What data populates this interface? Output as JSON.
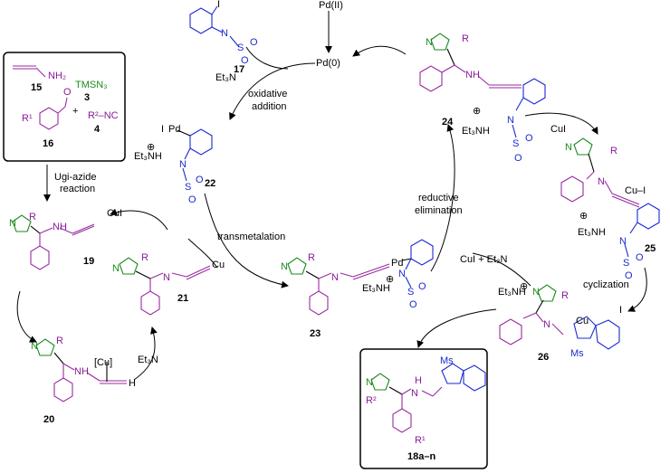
{
  "labels": {
    "pd2": "Pd(II)",
    "pd0": "Pd(0)",
    "et3n_a": "Et₃N",
    "oxidative": "oxidative",
    "addition": "addition",
    "transmetalation": "transmetalation",
    "reductive": "reductive",
    "elimination": "elimination",
    "cui_a": "CuI",
    "cui_b": "CuI",
    "cui_et3n": "CuI + Et₃N",
    "et3n_b": "Et₃N",
    "cyclization": "cyclization",
    "ugi1": "Ugi-azide",
    "ugi2": "reaction",
    "tmsn3": "TMSN₃",
    "nh2": "NH₂",
    "r2nc": "R²–NC",
    "cu_bracket": "[Cu]",
    "r1": "R¹",
    "r2": "R²",
    "et3nh_22": "Et₃NH",
    "et3nh_24": "Et₃NH",
    "et3nh_23": "Et₃NH",
    "et3nh_25": "Et₃NH",
    "et3nh_26": "Et₃NH",
    "iodide": "I",
    "ms1": "Ms",
    "ms2": "Ms"
  },
  "compounds": {
    "c15": "15",
    "c3": "3",
    "c16": "16",
    "c4": "4",
    "c17": "17",
    "c22": "22",
    "c24": "24",
    "c25": "25",
    "c26": "26",
    "c23": "23",
    "c21": "21",
    "c19": "19",
    "c20": "20",
    "c18": "18a–n"
  },
  "colors": {
    "tetrazole": "#1a8a1a",
    "sulfonamide": "#1a2ad0",
    "amine_chain": "#9a2aa0"
  }
}
